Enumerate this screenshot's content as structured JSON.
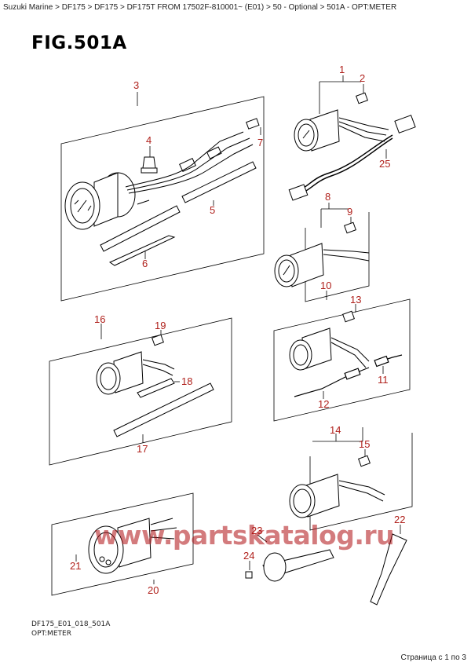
{
  "breadcrumb": "Suzuki Marine > DF175 > DF175 > DF175T FROM 17502F-810001~ (E01) > 50 - Optional > 501A - OPT:METER",
  "figure_title": "FIG.501A",
  "callouts": {
    "c1": "1",
    "c2": "2",
    "c3": "3",
    "c4": "4",
    "c5": "5",
    "c6": "6",
    "c7": "7",
    "c8": "8",
    "c9": "9",
    "c10": "10",
    "c11": "11",
    "c12": "12",
    "c13": "13",
    "c14": "14",
    "c15": "15",
    "c16": "16",
    "c17": "17",
    "c18": "18",
    "c19": "19",
    "c20": "20",
    "c21": "21",
    "c22": "22",
    "c23": "23",
    "c24": "24",
    "c25": "25"
  },
  "watermark": "www.partskatalog.ru",
  "footer": {
    "code": "DF175_E01_018_501A",
    "caption": "OPT:METER",
    "pager": "Страница с 1 по 3"
  },
  "colors": {
    "callout": "#b0211c",
    "line": "#000000",
    "watermark": "#b01014"
  }
}
